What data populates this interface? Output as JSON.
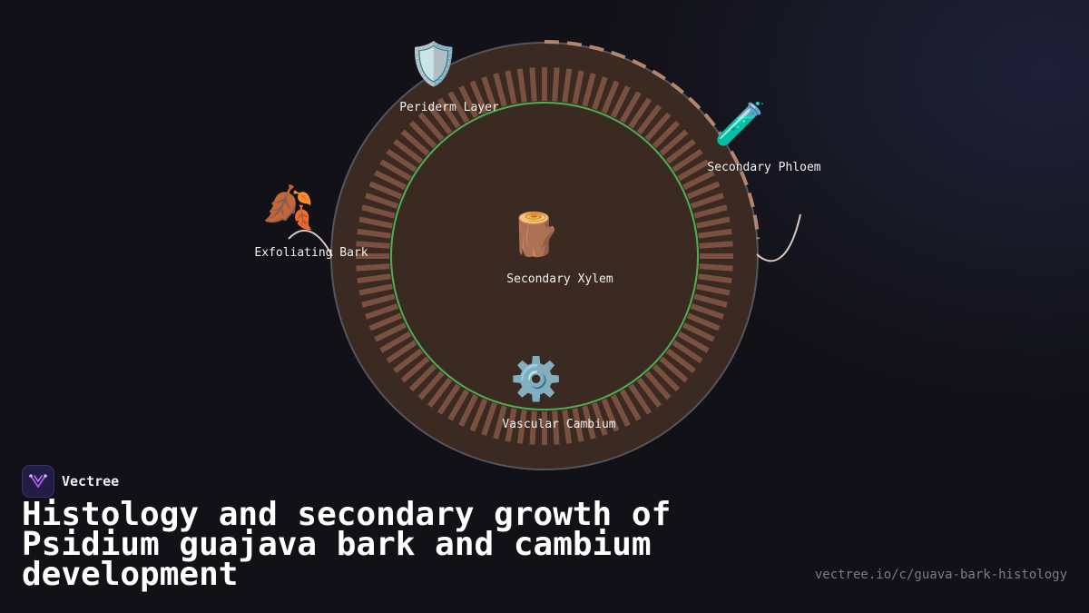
{
  "diagram": {
    "colors": {
      "outer_fill": "#3b2a21",
      "outer_stroke": "#55555e",
      "ring_ray": "#7a5140",
      "inner_fill": "#3b2a21",
      "cambium_stroke": "#4caf50",
      "dash_arc": "#b5866e",
      "connector": "#d9c8c2"
    },
    "nodes": {
      "periderm": {
        "label": "Periderm Layer",
        "icon": "shield-icon",
        "glyph": "🛡️"
      },
      "phloem": {
        "label": "Secondary Phloem",
        "icon": "test-tube-icon",
        "glyph": "🧪"
      },
      "bark": {
        "label": "Exfoliating Bark",
        "icon": "fallen-leaves-icon",
        "glyph": "🍂"
      },
      "xylem": {
        "label": "Secondary Xylem",
        "icon": "wood-log-icon",
        "glyph": "🪵"
      },
      "cambium": {
        "label": "Vascular Cambium",
        "icon": "gear-icon",
        "glyph": "⚙️"
      }
    }
  },
  "brand": {
    "name": "Vectree",
    "logo_icon": "vectree-logo-icon"
  },
  "title": "Histology and secondary growth of Psidium guajava bark and cambium development",
  "source_url": "vectree.io/c/guava-bark-histology"
}
